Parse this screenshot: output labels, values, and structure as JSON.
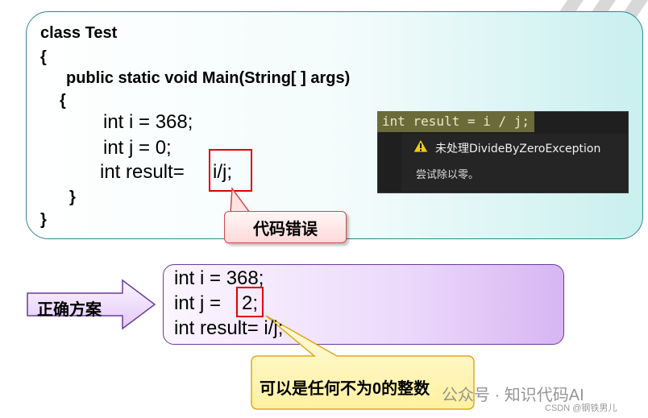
{
  "code": {
    "l1": "class Test",
    "l2": "{",
    "l3": "public static void Main(String[ ] args)",
    "l4": "{",
    "l5": "int i = 368;",
    "l6": "int j = 0;",
    "l7a": "int result= ",
    "l7b": "i/j;",
    "l8": "}",
    "l9": "}"
  },
  "error_popup": {
    "code_line": "int result = i / j;",
    "title": "未处理DivideByZeroException",
    "message": "尝试除以零。",
    "icon": "warning-icon"
  },
  "callout_error": "代码错误",
  "arrow_label": "正确方案",
  "solution": {
    "l1": "int i = 368;",
    "l2a": "int j = ",
    "l2b": "2;",
    "l3": "int result= i/j;"
  },
  "callout_hint": "可以是任何不为0的整数",
  "watermark": "公众号 · 知识代码AI",
  "watermark_small": "CSDN @钢铁男儿",
  "colors": {
    "red": "#e00000",
    "teal_border": "#2a8a8a",
    "purple_border": "#6a3a9a",
    "callout_yellow": "#fff7b3"
  }
}
